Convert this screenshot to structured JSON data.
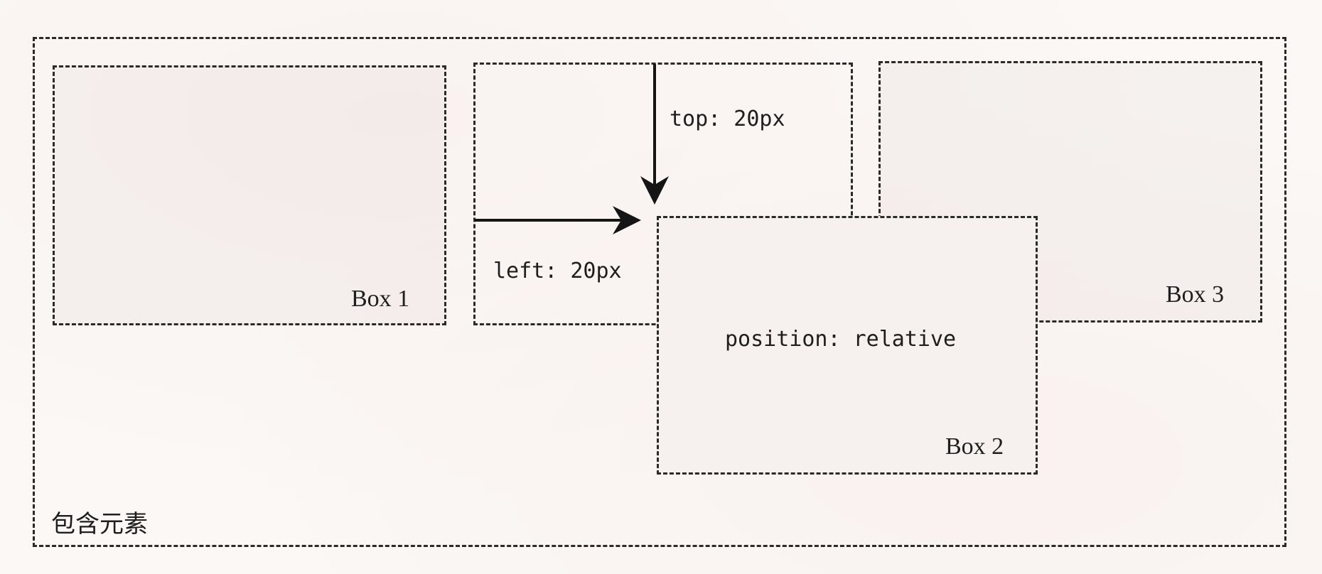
{
  "container": {
    "label": "包含元素"
  },
  "boxes": {
    "box1": {
      "label": "Box 1"
    },
    "box2": {
      "label": "Box 2",
      "position_label": "position: relative"
    },
    "box3": {
      "label": "Box 3"
    }
  },
  "offsets": {
    "top_label": "top: 20px",
    "left_label": "left: 20px"
  }
}
